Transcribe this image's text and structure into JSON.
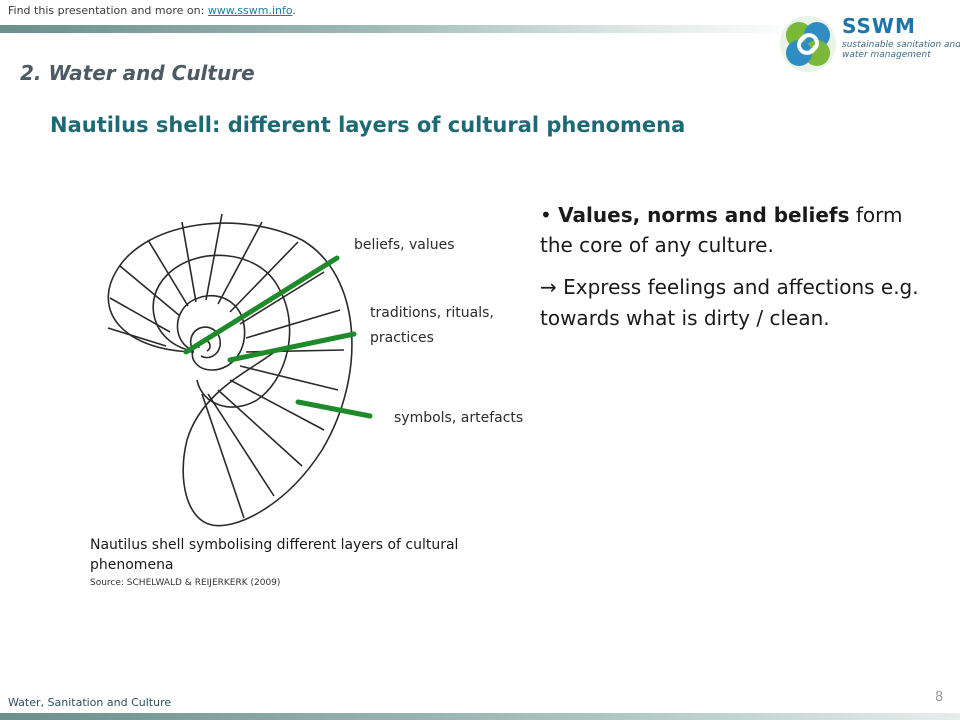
{
  "header": {
    "note_prefix": "Find this presentation  and more on: ",
    "note_link": "www.sswm.info",
    "note_suffix": ".",
    "logo_word": "SSWM",
    "logo_sub": "sustainable sanitation and water management"
  },
  "section_title": "2. Water and Culture",
  "slide_title": "Nautilus shell: different layers of cultural phenomena",
  "figure": {
    "labels": {
      "core": "beliefs, values",
      "middle_line1": "traditions, rituals,",
      "middle_line2": "practices",
      "outer": "symbols, artefacts"
    },
    "caption": "Nautilus shell symbolising different layers of cultural phenomena",
    "source": "Source: SCHELWALD & REIJERKERK (2009)"
  },
  "bullets": {
    "b1_bold": "Values, norms and beliefs",
    "b1_rest": " form the core of any culture.",
    "b2_arrow": "→",
    "b2_text": " Express feelings and affections e.g. towards what is dirty / clean."
  },
  "footer": {
    "text": "Water,  Sanitation  and Culture",
    "page": "8"
  },
  "colors": {
    "title": "#1e6a74",
    "section": "#4b5a63",
    "pointer_green": "#1f8a2a",
    "link": "#2a7a9e"
  }
}
